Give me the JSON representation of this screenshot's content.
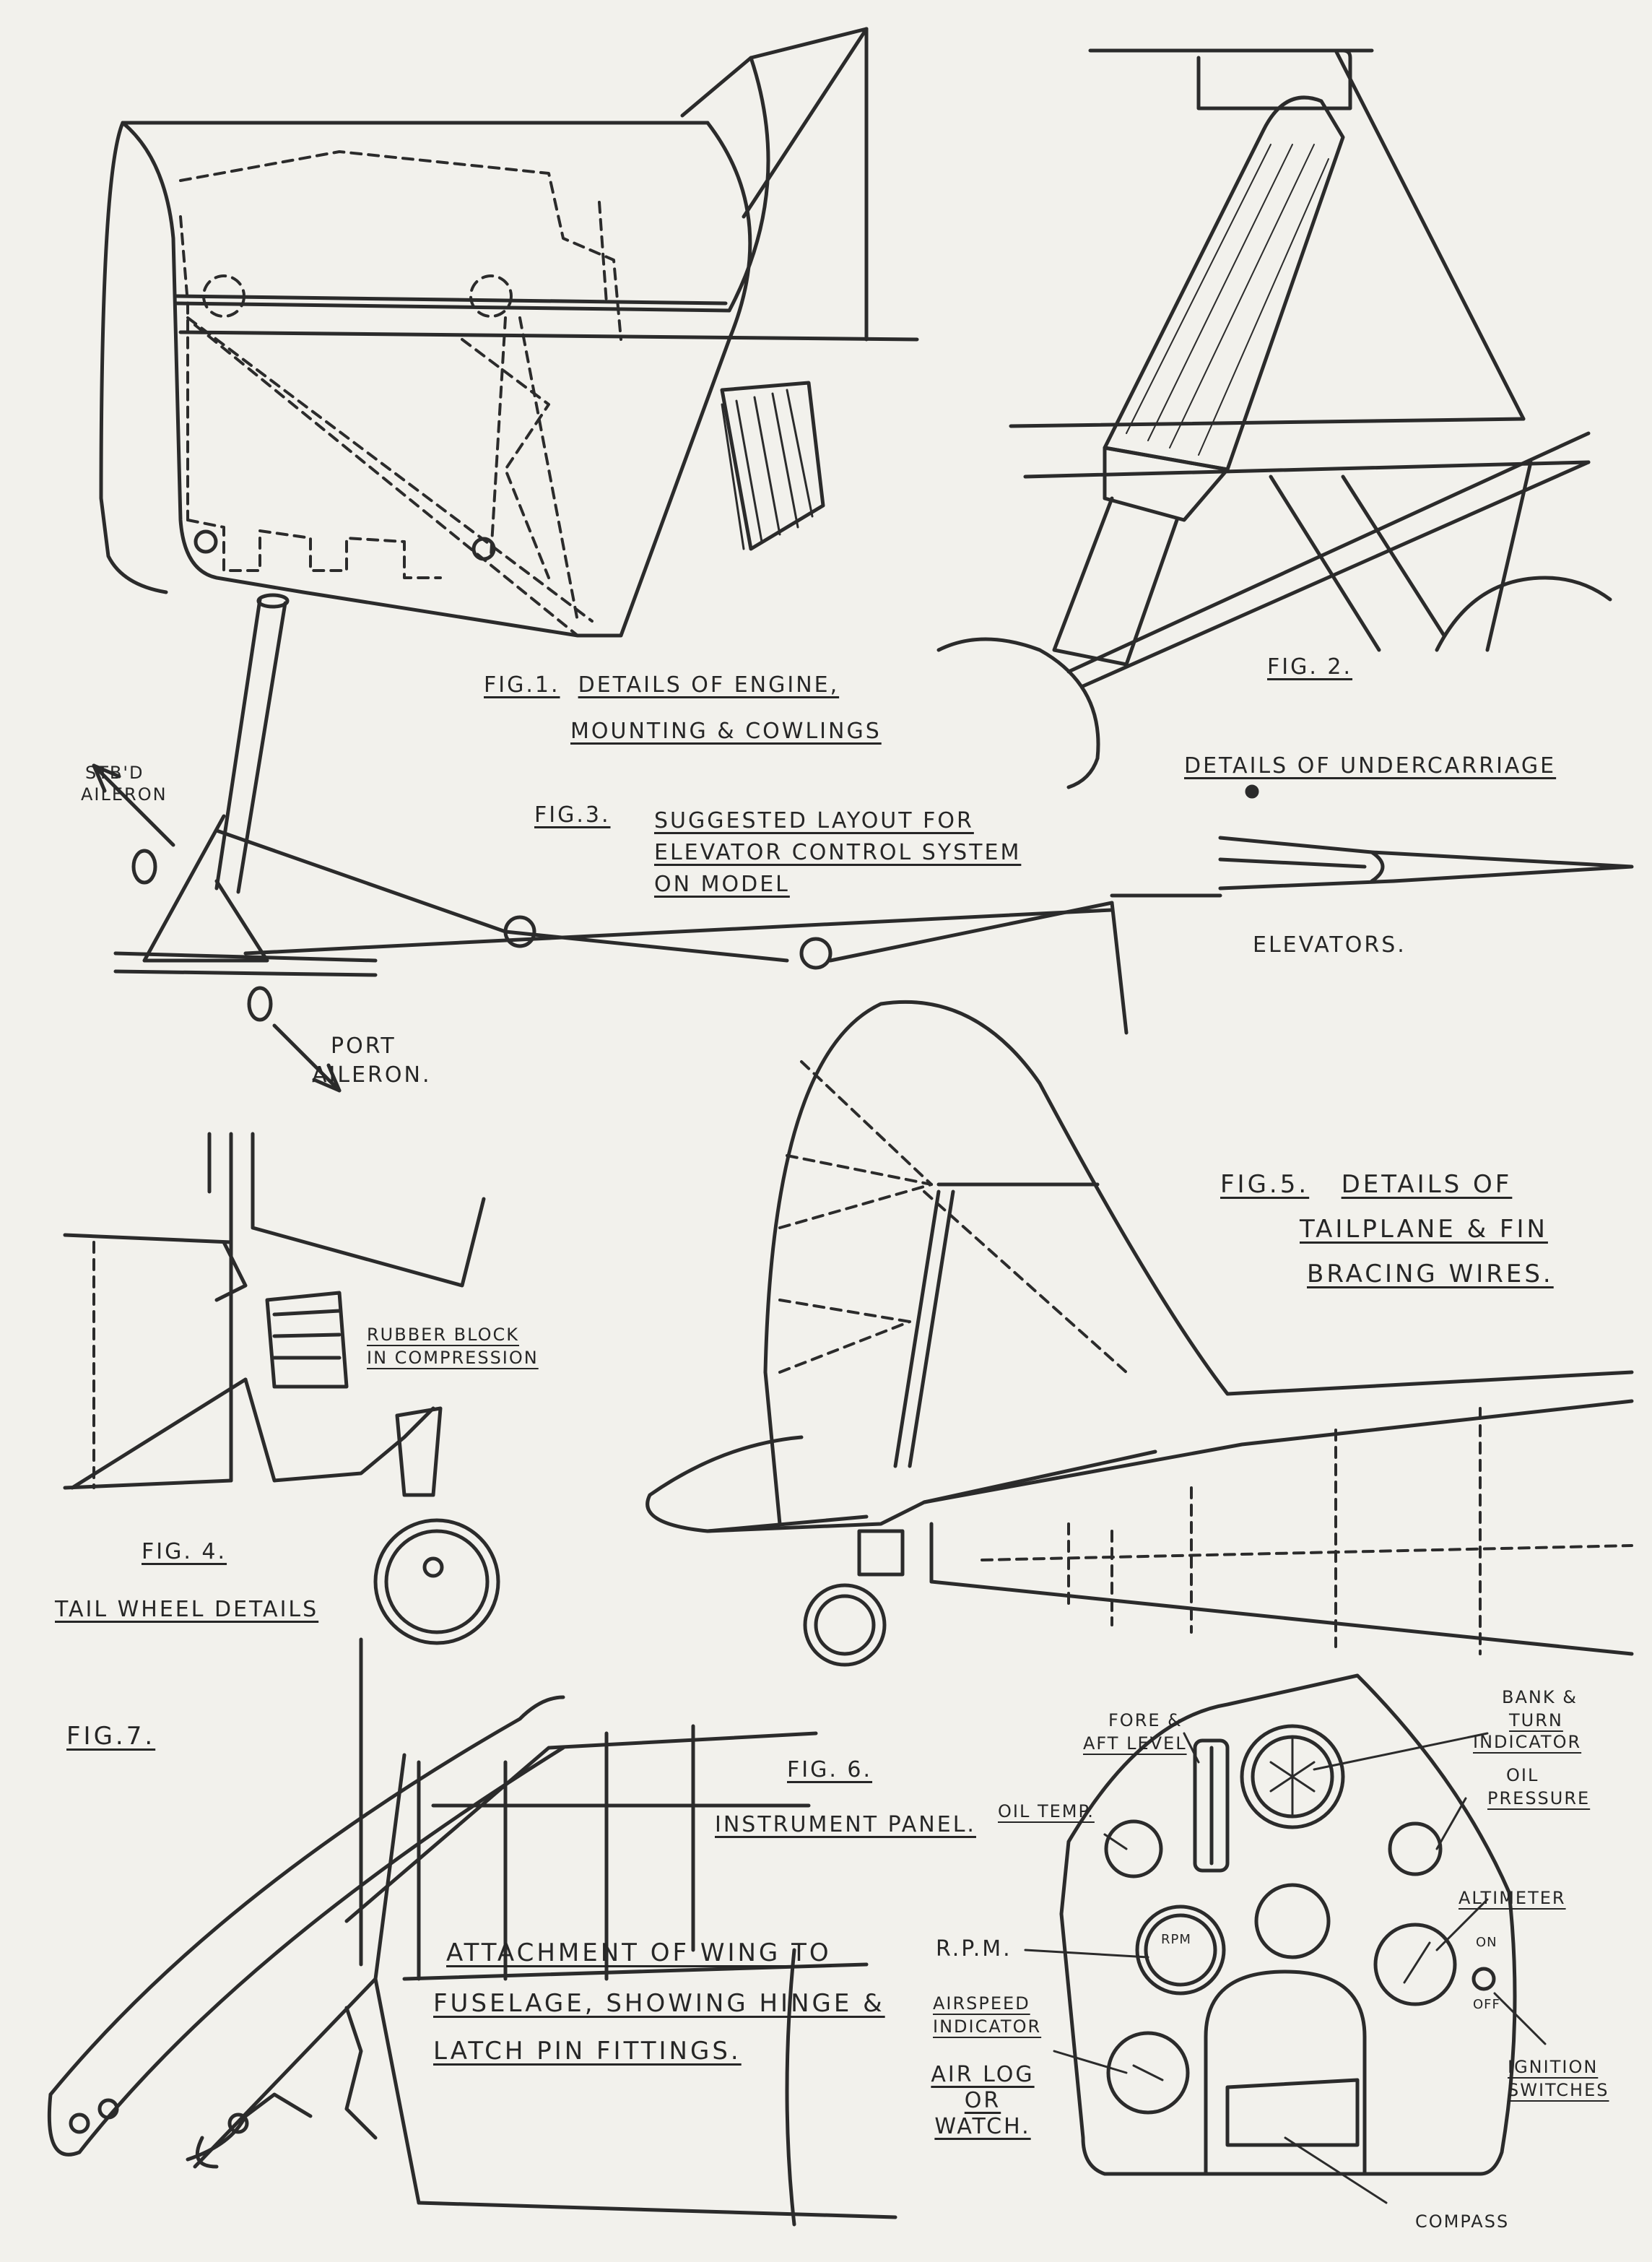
{
  "fig1": {
    "fig": "FIG.1.",
    "line1": "DETAILS OF ENGINE,",
    "line2": "MOUNTING & COWLINGS"
  },
  "fig2": {
    "fig": "FIG. 2.",
    "caption": "DETAILS OF UNDERCARRIAGE"
  },
  "fig3": {
    "fig": "FIG.3.",
    "line1": "SUGGESTED LAYOUT FOR",
    "line2": "ELEVATOR CONTROL SYSTEM",
    "line3": "ON MODEL",
    "stbd_line1": "STB'D",
    "stbd_line2": "AILERON",
    "port_line1": "PORT",
    "port_line2": "AILERON.",
    "elevators": "ELEVATORS."
  },
  "fig4": {
    "fig": "FIG. 4.",
    "caption": "TAIL WHEEL DETAILS",
    "rubber_line1": "RUBBER BLOCK",
    "rubber_line2": "IN COMPRESSION"
  },
  "fig5": {
    "fig": "FIG.5.",
    "line1": "DETAILS OF",
    "line2": "TAILPLANE & FIN",
    "line3": "BRACING WIRES."
  },
  "fig6": {
    "fig": "FIG. 6.",
    "caption": "INSTRUMENT PANEL.",
    "bank_line1": "BANK &",
    "bank_line2": "TURN",
    "bank_line3": "INDICATOR",
    "fore_line1": "FORE &",
    "fore_line2": "AFT LEVEL",
    "oil_pressure_line1": "OIL",
    "oil_pressure_line2": "PRESSURE",
    "oil_temp": "OIL TEMP.",
    "altimeter": "ALTIMETER",
    "rpm": "R.P.M.",
    "rpm_dial": "RPM",
    "airspeed_line1": "AIRSPEED",
    "airspeed_line2": "INDICATOR",
    "on": "ON",
    "off": "OFF",
    "airlog_line1": "AIR LOG",
    "airlog_line2": "OR",
    "airlog_line3": "WATCH.",
    "ignition_line1": "IGNITION",
    "ignition_line2": "SWITCHES",
    "compass": "COMPASS"
  },
  "fig7": {
    "fig": "FIG.7.",
    "line1": "ATTACHMENT OF WING TO",
    "line2": "FUSELAGE, SHOWING HINGE &",
    "line3": "LATCH PIN FITTINGS."
  }
}
